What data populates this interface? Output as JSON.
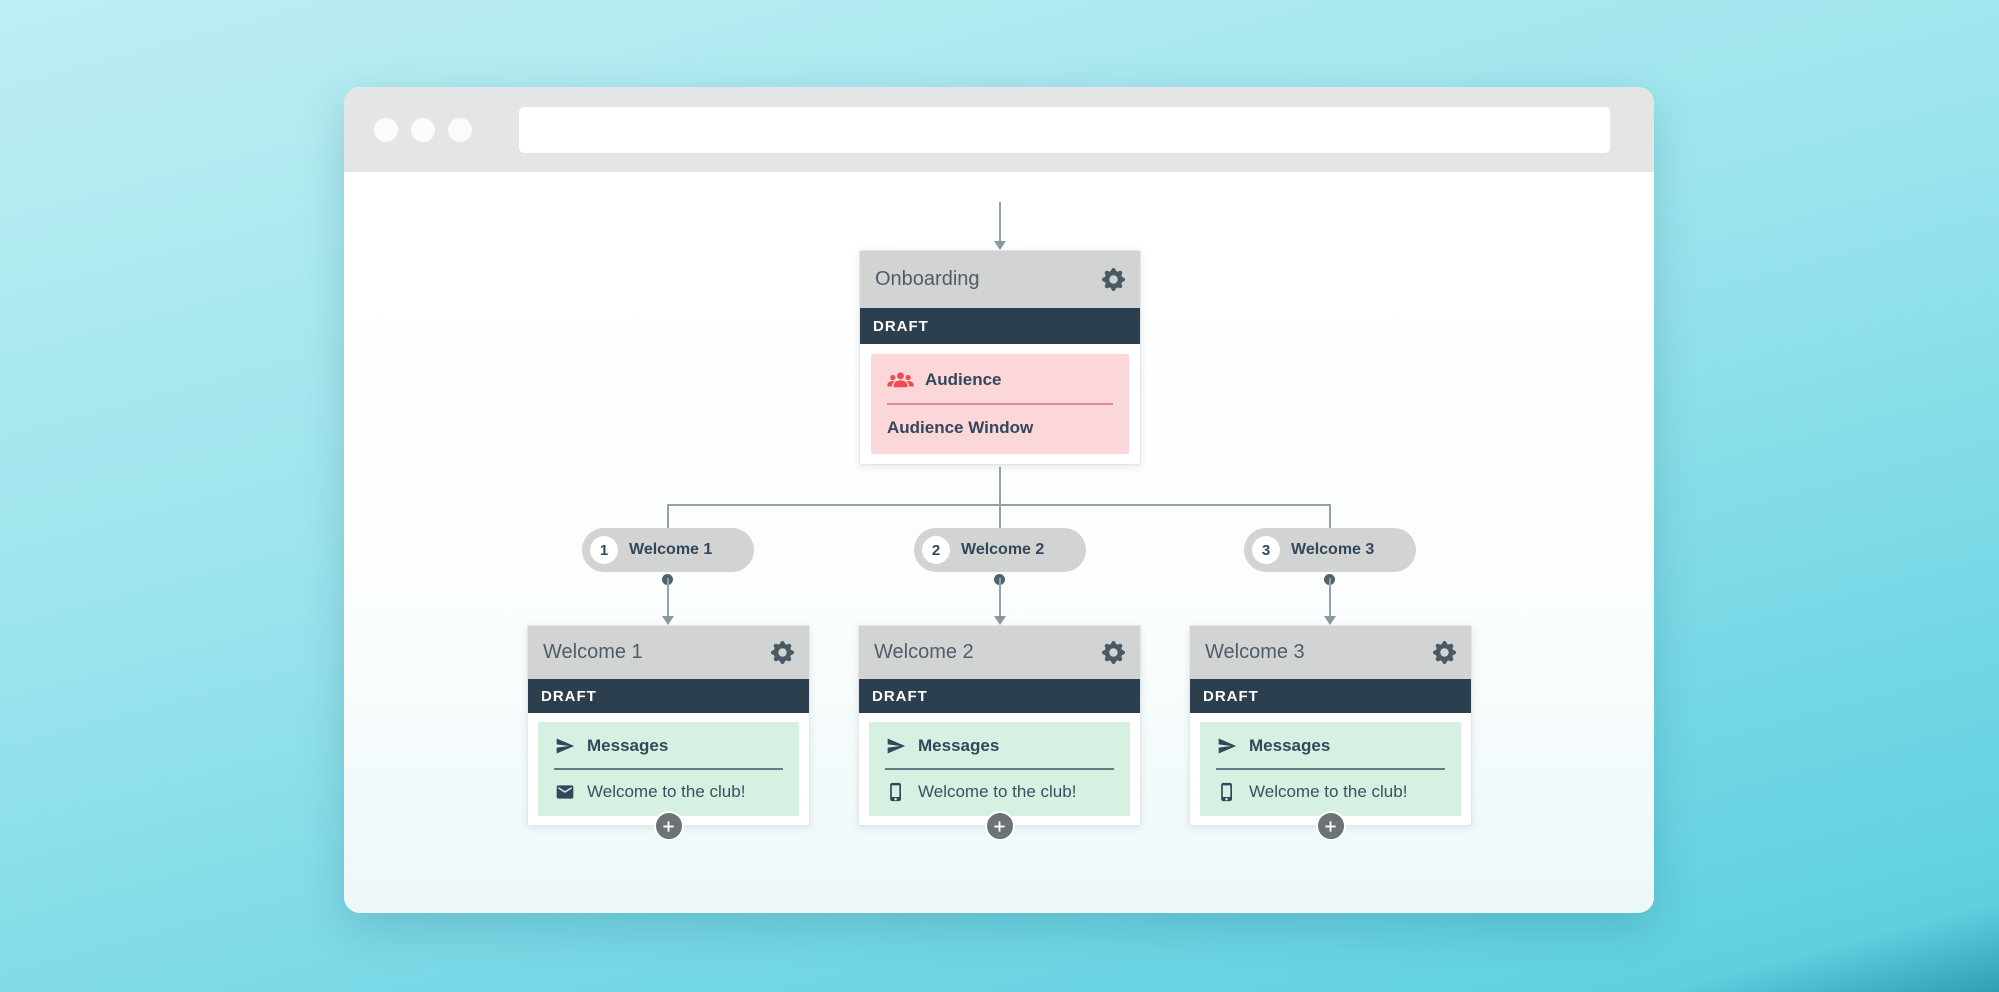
{
  "browser": {
    "window_dots": 3,
    "url_bar_value": ""
  },
  "icons": {
    "window-control-dot": "circle",
    "gear-icon": "settings-gear",
    "audience-icon": "people-group",
    "paper-plane-icon": "send",
    "envelope-icon": "email",
    "mobile-icon": "sms-phone",
    "plus-icon": "+",
    "arrow-icon": "down-arrow"
  },
  "colors": {
    "page_gradient_top": "#bdeef4",
    "page_gradient_bottom": "#5fd0e0",
    "card_header_bg": "#d2d3d3",
    "draft_badge_bg": "#2c3f4f",
    "audience_panel_bg": "#fcd7d9",
    "audience_accent_red": "#ee4c55",
    "messages_panel_bg": "#d6f1e2",
    "text_slate": "#33475b",
    "connector_gray": "#93a1a8"
  },
  "workflow": {
    "entry_card": {
      "title": "Onboarding",
      "status_badge": "DRAFT",
      "panel": {
        "heading": "Audience",
        "detail": "Audience Window"
      }
    },
    "branch_pills": [
      {
        "number": "1",
        "label": "Welcome 1"
      },
      {
        "number": "2",
        "label": "Welcome 2"
      },
      {
        "number": "3",
        "label": "Welcome 3"
      }
    ],
    "message_cards": [
      {
        "title": "Welcome 1",
        "status_badge": "DRAFT",
        "panel": {
          "heading": "Messages",
          "detail": "Welcome to the club!"
        }
      },
      {
        "title": "Welcome 2",
        "status_badge": "DRAFT",
        "panel": {
          "heading": "Messages",
          "detail": "Welcome to the club!"
        }
      },
      {
        "title": "Welcome 3",
        "status_badge": "DRAFT",
        "panel": {
          "heading": "Messages",
          "detail": "Welcome to the club!"
        }
      }
    ]
  }
}
